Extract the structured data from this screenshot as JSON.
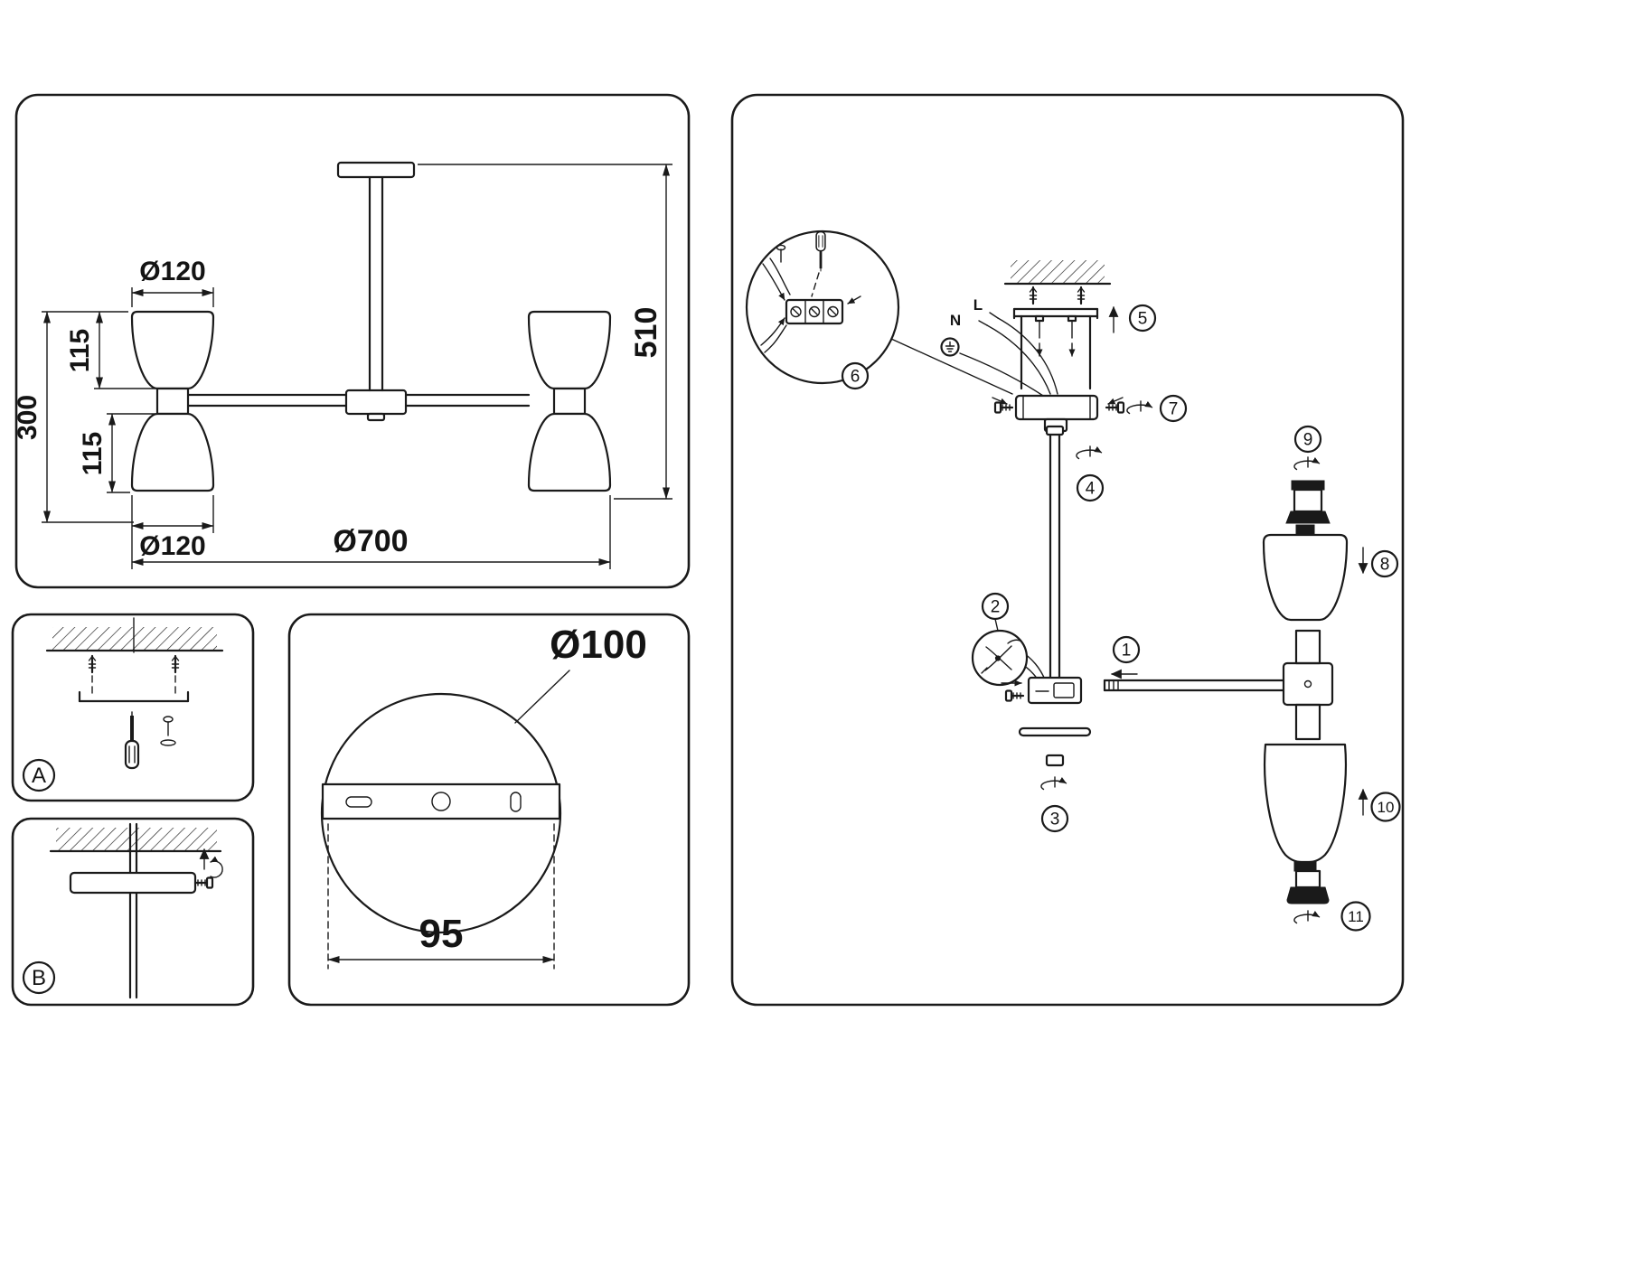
{
  "dimension_panel": {
    "top_shade_diameter": "Ø120",
    "upper_shade_height": "115",
    "shade_stack_height": "300",
    "lower_shade_height": "115",
    "bottom_shade_diameter": "Ø120",
    "overall_diameter": "Ø700",
    "overall_height": "510"
  },
  "mounting_panel_a": {
    "label": "A"
  },
  "mounting_panel_b": {
    "label": "B"
  },
  "canopy_panel": {
    "canopy_diameter": "Ø100",
    "bracket_hole_spacing": "95"
  },
  "assembly_panel": {
    "wire_labels": {
      "live": "L",
      "neutral": "N"
    },
    "steps": [
      "1",
      "2",
      "3",
      "4",
      "5",
      "6",
      "7",
      "8",
      "9",
      "10",
      "11"
    ]
  },
  "icons": {
    "screwdriver": "screwdriver-icon",
    "wall_anchor": "anchor-icon",
    "screw": "screw-icon",
    "rotate": "rotate-arrow-icon",
    "ground": "ground-symbol-icon",
    "pliers": "pliers-icon",
    "arrow": "direction-arrow-icon"
  },
  "colors": {
    "line": "#1a1a1a",
    "background": "#ffffff"
  }
}
